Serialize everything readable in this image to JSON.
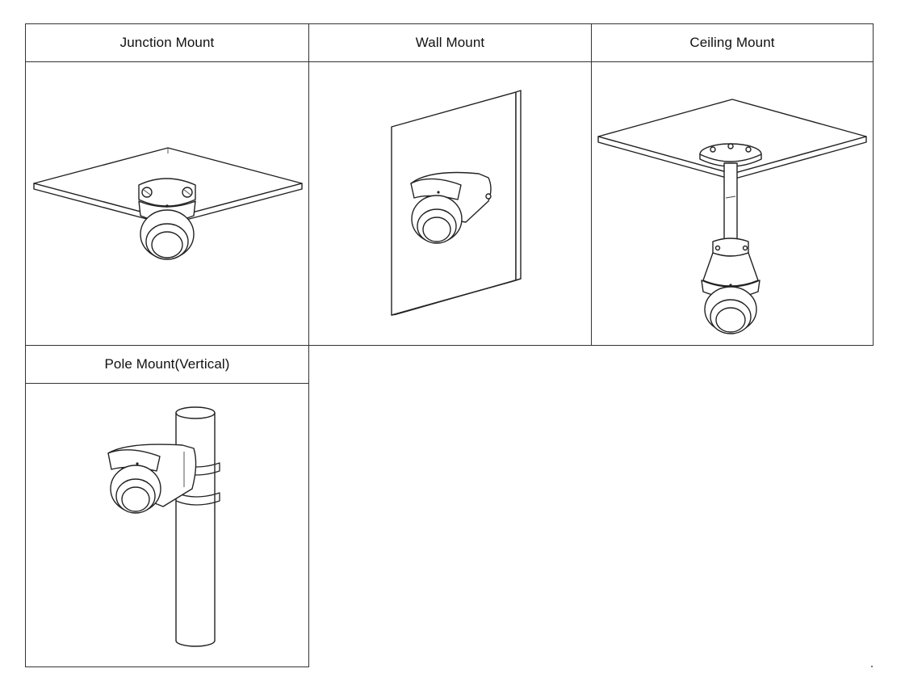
{
  "mount_options": [
    {
      "label": "Junction Mount",
      "illustration": "dome-camera-on-junction-box-under-ceiling"
    },
    {
      "label": "Wall Mount",
      "illustration": "dome-camera-on-wall-bracket"
    },
    {
      "label": "Ceiling Mount",
      "illustration": "dome-camera-on-pendant-pole-from-ceiling"
    },
    {
      "label": "Pole Mount(Vertical)",
      "illustration": "dome-camera-on-bracket-strapped-to-vertical-pole"
    }
  ]
}
